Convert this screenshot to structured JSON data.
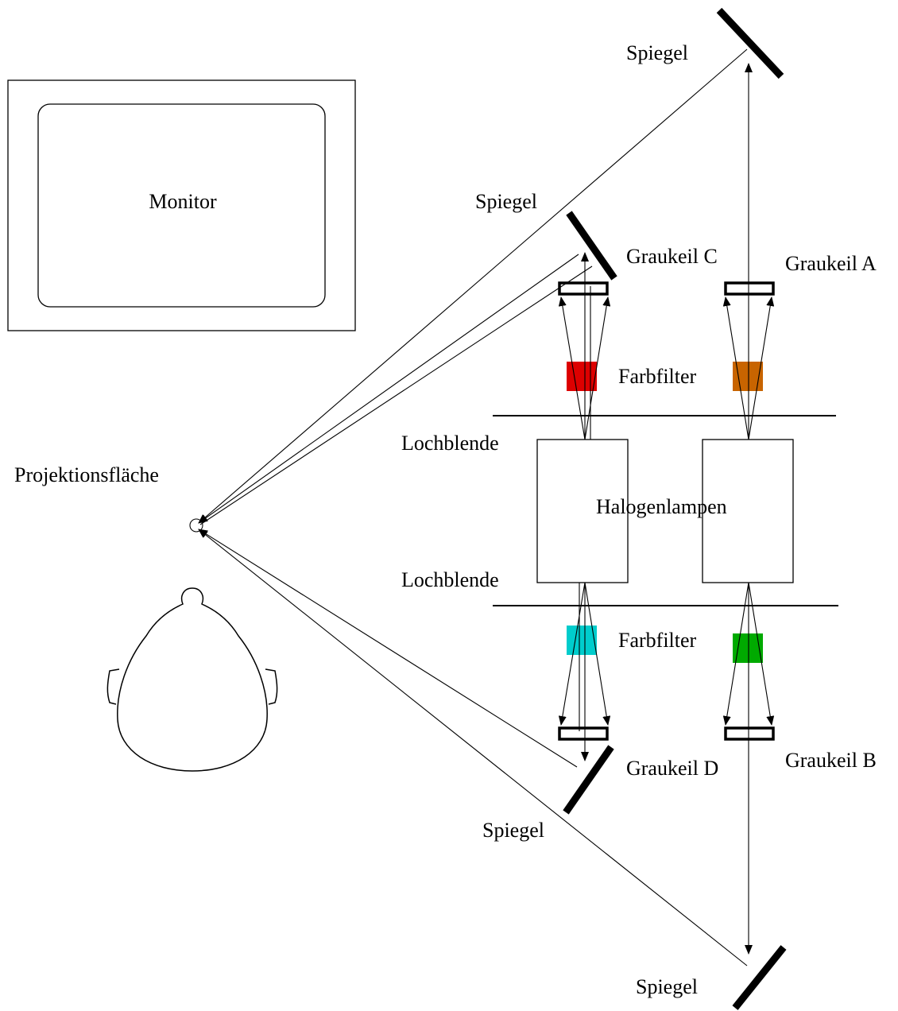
{
  "labels": {
    "monitor": "Monitor",
    "projection_surface": "Projektionsfläche",
    "halogen_lamps": "Halogenlampen",
    "pinhole_top": "Lochblende",
    "pinhole_bottom": "Lochblende",
    "color_filter_top": "Farbfilter",
    "color_filter_bottom": "Farbfilter",
    "gray_wedge_a": "Graukeil A",
    "gray_wedge_b": "Graukeil B",
    "gray_wedge_c": "Graukeil C",
    "gray_wedge_d": "Graukeil D",
    "mirror_top_right": "Spiegel",
    "mirror_top_left": "Spiegel",
    "mirror_bottom_left": "Spiegel",
    "mirror_bottom_right": "Spiegel"
  },
  "filter_colors": {
    "top_left": "#dd0000",
    "top_right": "#c86400",
    "bottom_left": "#00cccc",
    "bottom_right": "#00aa00"
  }
}
